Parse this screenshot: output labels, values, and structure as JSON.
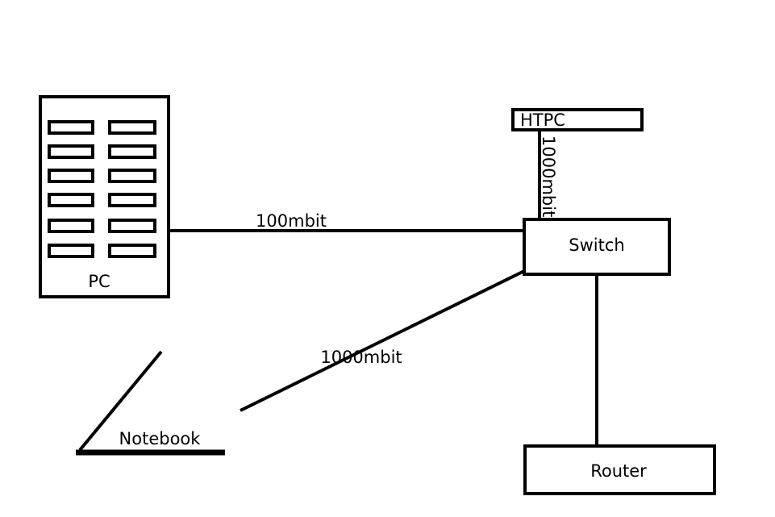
{
  "diagram": {
    "nodes": {
      "pc": {
        "label": "PC"
      },
      "htpc": {
        "label": "HTPC"
      },
      "switch": {
        "label": "Switch"
      },
      "notebook": {
        "label": "Notebook"
      },
      "router": {
        "label": "Router"
      }
    },
    "links": [
      {
        "from": "pc",
        "to": "switch",
        "label": "100mbit"
      },
      {
        "from": "htpc",
        "to": "switch",
        "label": "1000mbit"
      },
      {
        "from": "notebook",
        "to": "switch",
        "label": "1000mbit"
      },
      {
        "from": "switch",
        "to": "router",
        "label": ""
      }
    ],
    "colors": {
      "stroke": "#000000",
      "background": "#ffffff"
    }
  }
}
